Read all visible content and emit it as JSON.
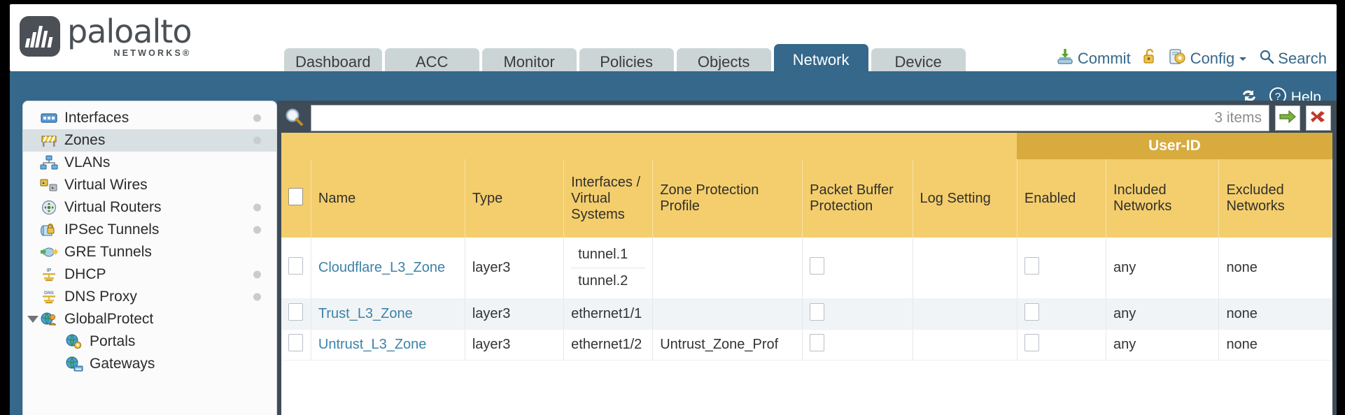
{
  "brand": {
    "word": "paloalto",
    "sub": "NETWORKS®"
  },
  "nav": {
    "tabs": [
      {
        "label": "Dashboard",
        "active": false
      },
      {
        "label": "ACC",
        "active": false
      },
      {
        "label": "Monitor",
        "active": false
      },
      {
        "label": "Policies",
        "active": false
      },
      {
        "label": "Objects",
        "active": false
      },
      {
        "label": "Network",
        "active": true
      },
      {
        "label": "Device",
        "active": false
      }
    ]
  },
  "top_actions": [
    {
      "label": "Commit",
      "icon": "commit-download-icon"
    },
    {
      "label": "",
      "icon": "unlock-padlock-icon"
    },
    {
      "label": "Config",
      "icon": "config-wrench-icon",
      "caret": true
    },
    {
      "label": "Search",
      "icon": "search-magnifier-icon"
    }
  ],
  "band": {
    "refresh_label": "",
    "help_label": "Help"
  },
  "sidebar": {
    "items": [
      {
        "label": "Interfaces",
        "icon": "interfaces-icon",
        "selected": false,
        "dot": true,
        "child": false,
        "caret": false
      },
      {
        "label": "Zones",
        "icon": "zones-barrier-icon",
        "selected": true,
        "dot": true,
        "child": false,
        "caret": false
      },
      {
        "label": "VLANs",
        "icon": "vlans-network-icon",
        "selected": false,
        "dot": false,
        "child": false,
        "caret": false
      },
      {
        "label": "Virtual Wires",
        "icon": "virtual-wires-icon",
        "selected": false,
        "dot": false,
        "child": false,
        "caret": false
      },
      {
        "label": "Virtual Routers",
        "icon": "virtual-routers-icon",
        "selected": false,
        "dot": true,
        "child": false,
        "caret": false
      },
      {
        "label": "IPSec Tunnels",
        "icon": "ipsec-tunnels-lock-icon",
        "selected": false,
        "dot": true,
        "child": false,
        "caret": false
      },
      {
        "label": "GRE Tunnels",
        "icon": "gre-tunnels-icon",
        "selected": false,
        "dot": false,
        "child": false,
        "caret": false
      },
      {
        "label": "DHCP",
        "icon": "dhcp-ip-icon",
        "selected": false,
        "dot": true,
        "child": false,
        "caret": false
      },
      {
        "label": "DNS Proxy",
        "icon": "dns-proxy-icon",
        "selected": false,
        "dot": true,
        "child": false,
        "caret": false
      },
      {
        "label": "GlobalProtect",
        "icon": "globalprotect-globe-user-icon",
        "selected": false,
        "dot": false,
        "child": false,
        "caret": true
      },
      {
        "label": "Portals",
        "icon": "portals-globe-icon",
        "selected": false,
        "dot": false,
        "child": true,
        "caret": false
      },
      {
        "label": "Gateways",
        "icon": "gateways-globe-icon",
        "selected": false,
        "dot": false,
        "child": true,
        "caret": false
      }
    ]
  },
  "search": {
    "value": "",
    "placeholder": "",
    "items_count": "3 items",
    "apply_icon": "apply-filter-arrow-icon",
    "clear_icon": "clear-filter-x-icon"
  },
  "table": {
    "group_headers": [
      {
        "label": "User-ID",
        "span": 3
      }
    ],
    "columns": [
      "Name",
      "Type",
      "Interfaces / Virtual Systems",
      "Zone Protection Profile",
      "Packet Buffer Protection",
      "Log Setting",
      "Enabled",
      "Included Networks",
      "Excluded Networks"
    ],
    "rows": [
      {
        "checked": false,
        "name": "Cloudflare_L3_Zone",
        "type": "layer3",
        "interfaces": [
          "tunnel.1",
          "tunnel.2"
        ],
        "zone_protection_profile": "",
        "packet_buffer_protection": false,
        "log_setting": "",
        "enabled": false,
        "included_networks": "any",
        "excluded_networks": "none"
      },
      {
        "checked": false,
        "name": "Trust_L3_Zone",
        "type": "layer3",
        "interfaces": [
          "ethernet1/1"
        ],
        "zone_protection_profile": "",
        "packet_buffer_protection": false,
        "log_setting": "",
        "enabled": false,
        "included_networks": "any",
        "excluded_networks": "none"
      },
      {
        "checked": false,
        "name": "Untrust_L3_Zone",
        "type": "layer3",
        "interfaces": [
          "ethernet1/2"
        ],
        "zone_protection_profile": "Untrust_Zone_Prof",
        "packet_buffer_protection": false,
        "log_setting": "",
        "enabled": false,
        "included_networks": "any",
        "excluded_networks": "none"
      }
    ]
  },
  "colors": {
    "brand_blue": "#35688a",
    "tab_inactive": "#ccd5d5",
    "table_header_yellow": "#f4ce6d",
    "group_header_gold": "#d8ab3f",
    "link_blue": "#3d82a8",
    "content_dark": "#3f4c57"
  }
}
